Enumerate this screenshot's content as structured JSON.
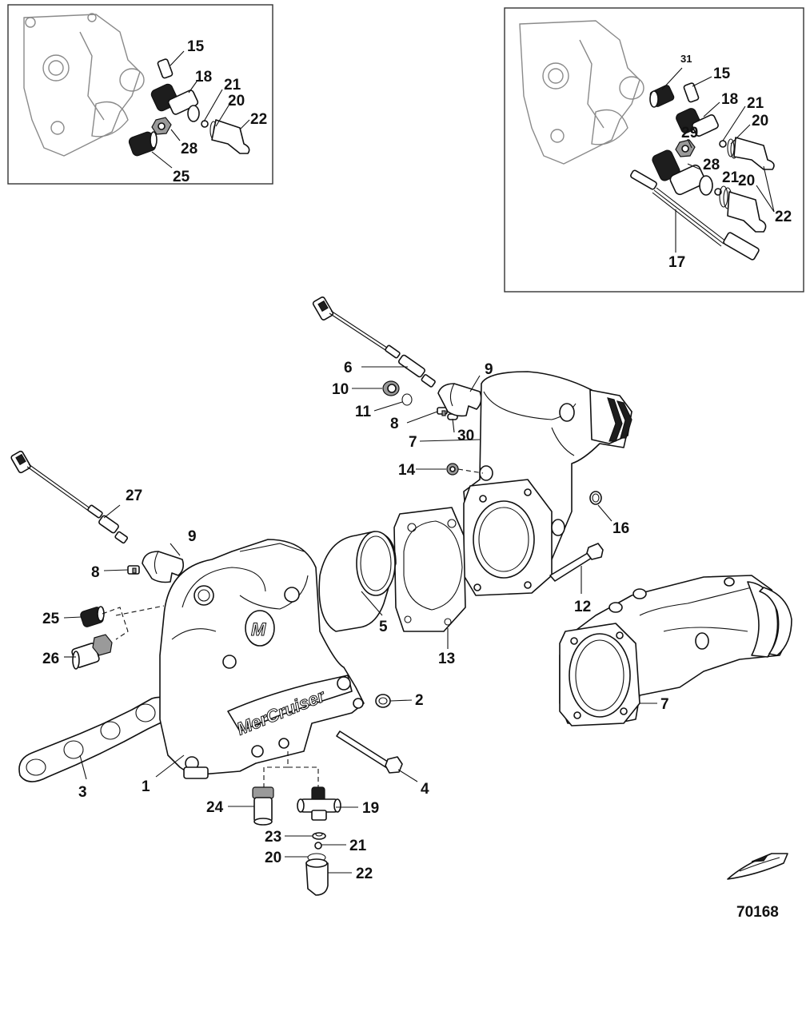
{
  "figure_number": "70168",
  "brand_text": "MerCruiser",
  "callouts": {
    "c1": "1",
    "c2": "2",
    "c3": "3",
    "c4": "4",
    "c5": "5",
    "c6": "6",
    "c7a": "7",
    "c7b": "7",
    "c8a": "8",
    "c8b": "8",
    "c9a": "9",
    "c9b": "9",
    "c10": "10",
    "c11": "11",
    "c12": "12",
    "c13": "13",
    "c14": "14",
    "c16": "16",
    "c19": "19",
    "c20": "20",
    "c21": "21",
    "c22": "22",
    "c23": "23",
    "c24": "24",
    "c25": "25",
    "c26": "26",
    "c27": "27",
    "c30": "30"
  },
  "inset_left": {
    "c15": "15",
    "c18": "18",
    "c20": "20",
    "c21": "21",
    "c22": "22",
    "c25": "25",
    "c28": "28"
  },
  "inset_right": {
    "c15": "15",
    "c17": "17",
    "c18": "18",
    "c20a": "20",
    "c20b": "20",
    "c21a": "21",
    "c21b": "21",
    "c22": "22",
    "c28": "28",
    "c29": "29",
    "c31": "31"
  }
}
